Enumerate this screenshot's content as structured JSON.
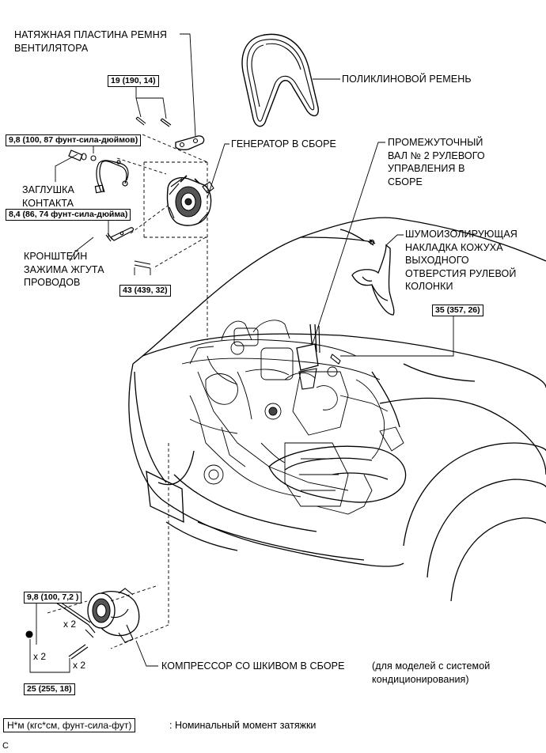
{
  "labels": {
    "tension_plate": "НАТЯЖНАЯ ПЛАСТИНА РЕМНЯ\nВЕНТИЛЯТОРА",
    "v_belt": "ПОЛИКЛИНОВОЙ РЕМЕНЬ",
    "generator": "ГЕНЕРАТОР В СБОРЕ",
    "contact_plug": "ЗАГЛУШКА\nКОНТАКТА",
    "harness_bracket": "КРОНШТЕЙН\nЗАЖИМА ЖГУТА\nПРОВОДОВ",
    "intermediate_shaft": "ПРОМЕЖУТОЧНЫЙ\nВАЛ № 2 РУЛЕВОГО\nУПРАВЛЕНИЯ В\nСБОРЕ",
    "column_cover": "ШУМОИЗОЛИРУЮЩАЯ\nНАКЛАДКА КОЖУХА\nВЫХОДНОГО\nОТВЕРСТИЯ РУЛЕВОЙ\nКОЛОНКИ",
    "compressor": "КОМПРЕССОР СО ШКИВОМ В СБОРЕ",
    "ac_note": "(для моделей с системой\nкондиционирования)"
  },
  "torques": {
    "t19": "19 (190, 14)",
    "t98_inlb": "9,8 (100, 87 фунт-сила-дюймов)",
    "t84": "8,4 (86, 74 фунт-сила-дюйма)",
    "t43": "43 (439, 32)",
    "t35": "35 (357, 26)",
    "t98_ft": "9,8 (100, 7,2 )",
    "t25": "25 (255, 18)"
  },
  "multipliers": {
    "m1": "x 2",
    "m2": "x 2",
    "m3": "x 2"
  },
  "legend": {
    "unit_box": "Н*м (кгс*см, фунт-сила-фут)",
    "description": ": Номинальный момент затяжки"
  },
  "footer_code": "C"
}
